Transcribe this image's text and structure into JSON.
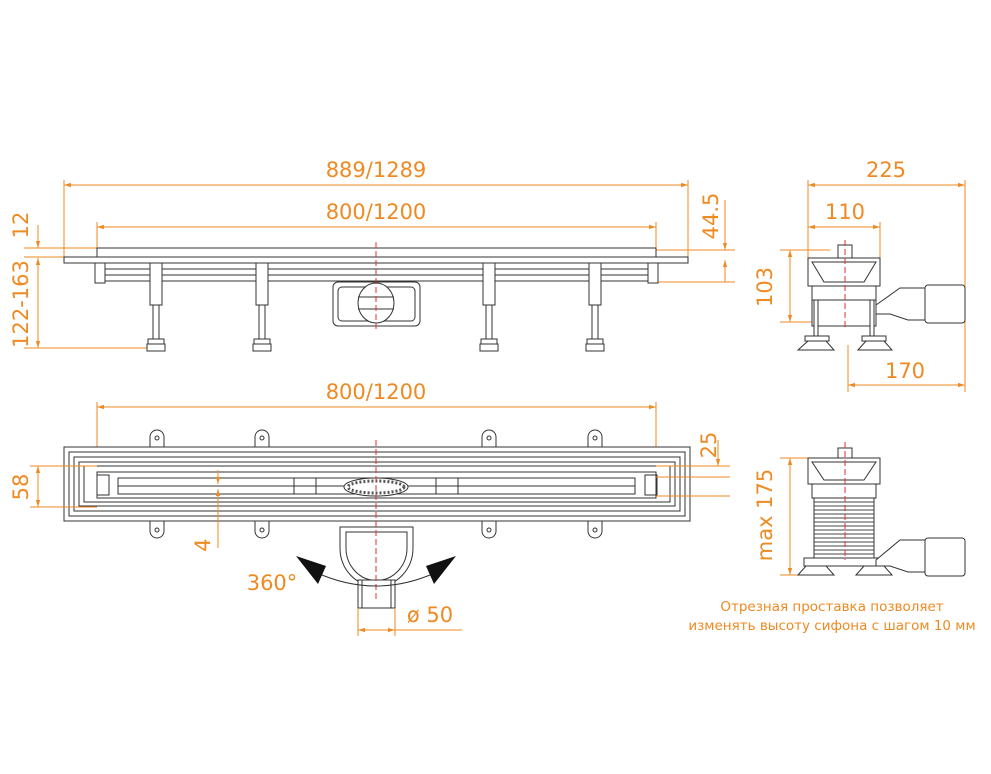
{
  "colors": {
    "dimension": "#ef8a22",
    "outline": "#333333",
    "centerline": "#e0302a"
  },
  "side_elevation": {
    "overall_length": "889/1289",
    "grate_length": "800/1200",
    "grate_thickness": "12",
    "height_range": "122-163",
    "body_height": "44.5"
  },
  "end_view_top": {
    "overall_width": "225",
    "body_width": "110",
    "height": "103",
    "outlet_offset": "170"
  },
  "plan_view": {
    "grate_length": "800/1200",
    "width": "58",
    "frame_offset": "25",
    "slot_width": "4",
    "rotation": "360°",
    "outlet_diameter": "ø 50"
  },
  "end_view_bottom": {
    "max_height": "max 175",
    "note_line1": "Отрезная проставка позволяет",
    "note_line2": "изменять высоту сифона с шагом 10 мм"
  }
}
